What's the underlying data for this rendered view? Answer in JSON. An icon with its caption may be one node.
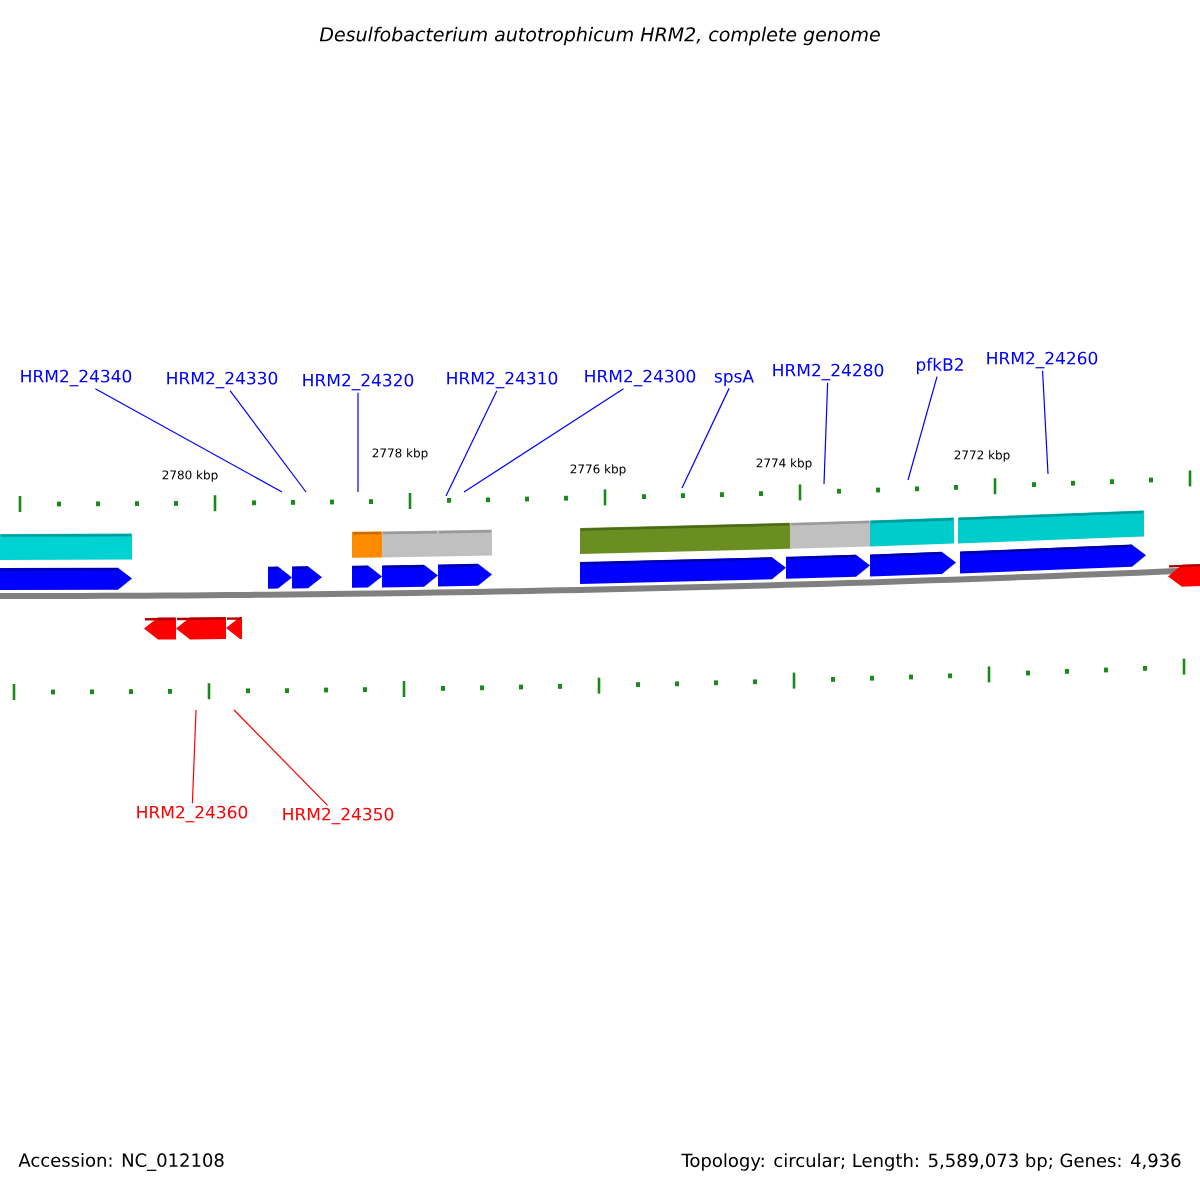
{
  "diagram": {
    "title": "Desulfobacterium autotrophicum HRM2, complete genome",
    "nodes": [
      {
        "text": [
          "HRM2_24340"
        ]
      },
      {
        "text": [
          "HRM2_24330"
        ]
      },
      {
        "text": [
          "HRM2_24320"
        ]
      },
      {
        "text": [
          "HRM2_24310"
        ]
      },
      {
        "text": [
          "HRM2_24300"
        ]
      },
      {
        "text": [
          "spsA"
        ]
      },
      {
        "text": [
          "HRM2_24280"
        ]
      },
      {
        "text": [
          "pfkB2"
        ]
      },
      {
        "text": [
          "HRM2_24260"
        ]
      },
      {
        "text": [
          "HRM2_24360"
        ]
      },
      {
        "text": [
          "HRM2_24350"
        ]
      }
    ],
    "edges": [
      {
        "from": 0,
        "to": null,
        "arrow": "none"
      },
      {
        "from": 1,
        "to": null,
        "arrow": "none"
      },
      {
        "from": 2,
        "to": null,
        "arrow": "none"
      },
      {
        "from": 3,
        "to": null,
        "arrow": "none"
      },
      {
        "from": 4,
        "to": null,
        "arrow": "none"
      },
      {
        "from": 5,
        "to": null,
        "arrow": "none"
      },
      {
        "from": 6,
        "to": null,
        "arrow": "none"
      },
      {
        "from": 7,
        "to": null,
        "arrow": "none"
      },
      {
        "from": 8,
        "to": null,
        "arrow": "none"
      },
      {
        "from": 9,
        "to": null,
        "arrow": "none",
        "color": "#ff0000"
      },
      {
        "from": 10,
        "to": null,
        "arrow": "none",
        "color": "#ff0000"
      }
    ],
    "labels": [
      "2780 kbp",
      "2778 kbp",
      "2776 kbp",
      "2774 kbp",
      "2772 kbp",
      "Accession: NC_012108",
      "Topology: circular; Length: 5,589,073 bp; Genes: 4,936"
    ]
  }
}
